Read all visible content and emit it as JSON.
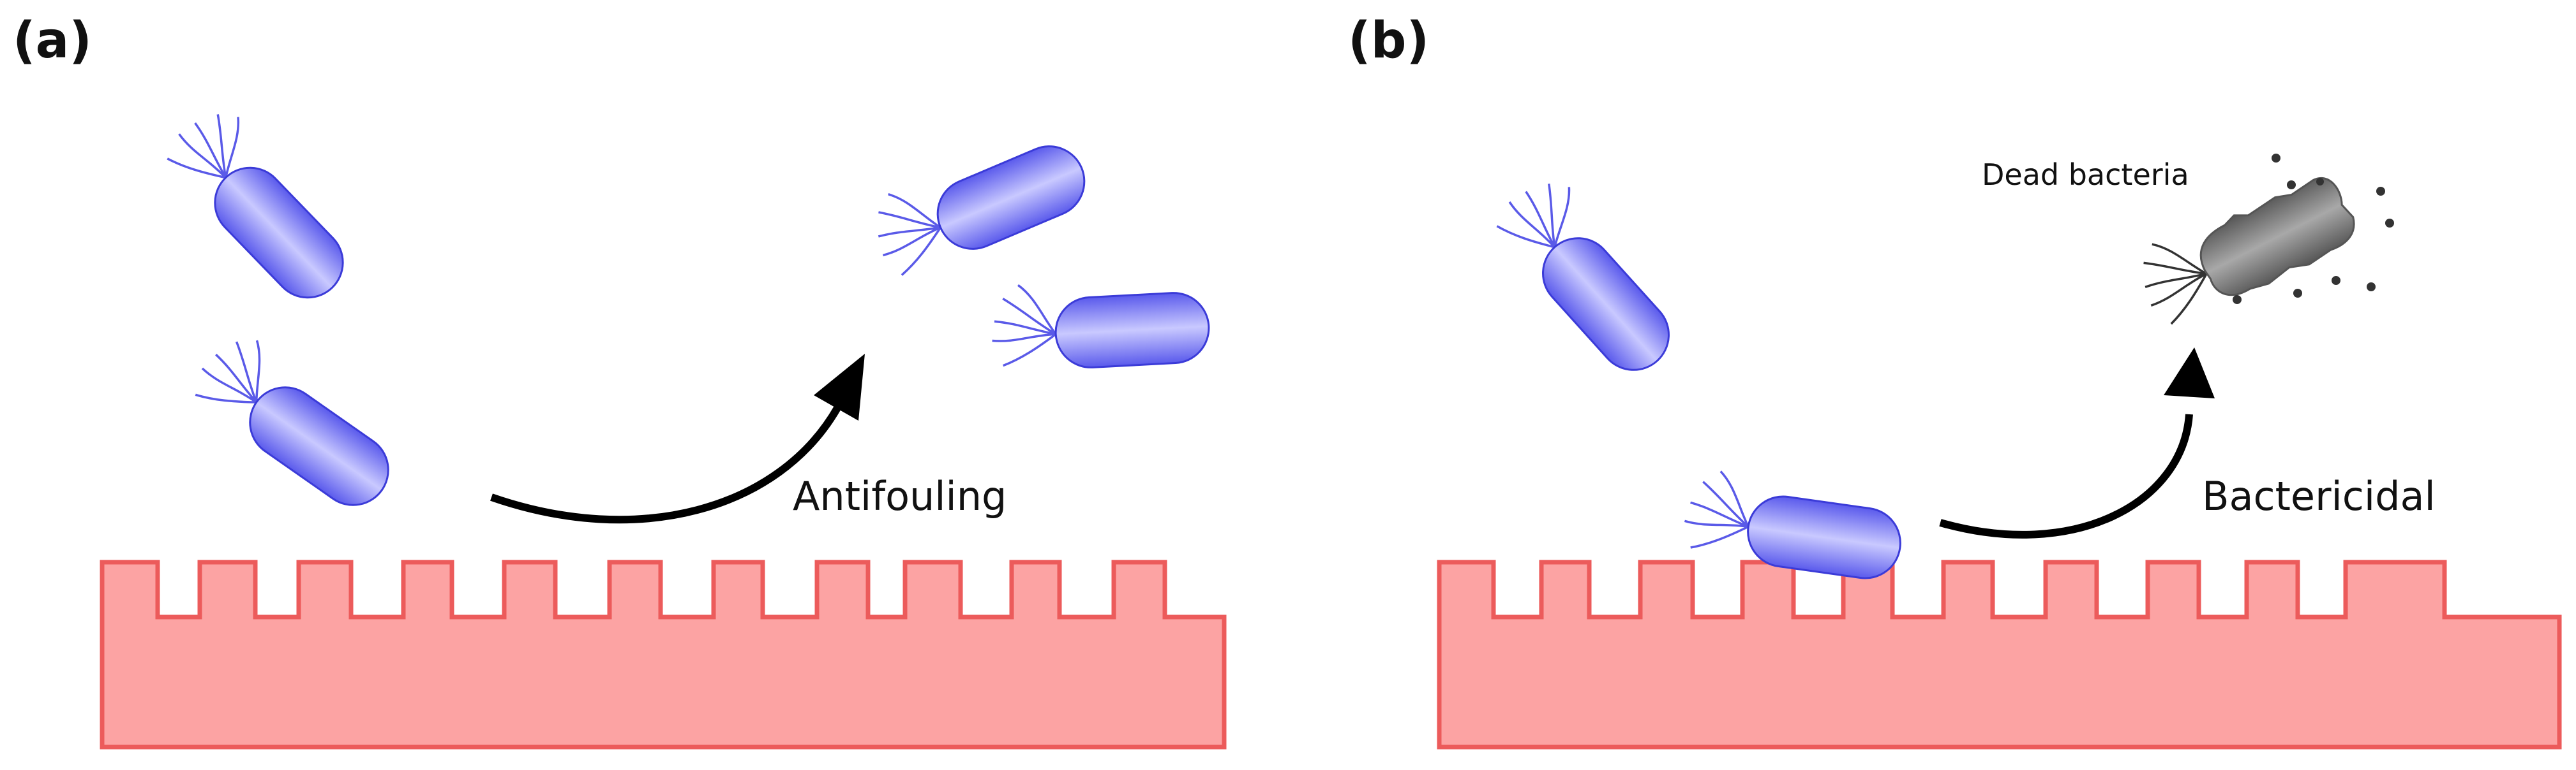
{
  "panels": [
    {
      "label": "(a)",
      "process": "Antifouling"
    },
    {
      "label": "(b)",
      "process": "Bactericidal",
      "dead_label": "Dead bacteria"
    }
  ],
  "colors": {
    "bacterium": "#7b7bf4",
    "bacterium_edge": "#3b3bd8",
    "dead_bacterium": "#6e6e6e",
    "surface_fill": "#fca3a3",
    "surface_edge": "#ec5b5b",
    "arrow": "#000000"
  }
}
